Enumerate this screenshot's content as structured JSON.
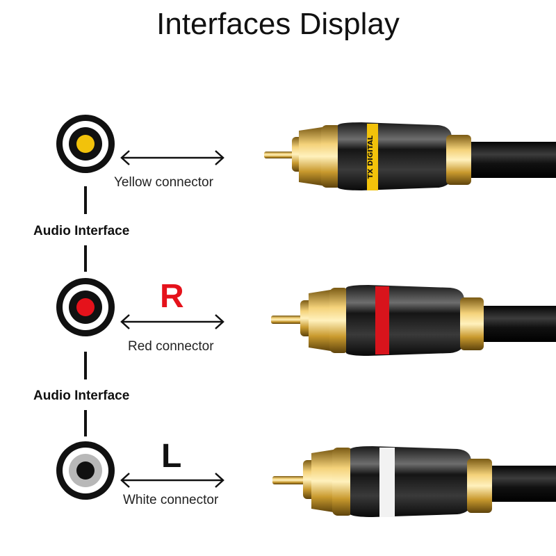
{
  "title": "Interfaces Display",
  "colors": {
    "yellow": "#f2c20b",
    "red": "#e5121b",
    "white_center": "#111111",
    "gold": "#c99a2e",
    "cable": "#111111"
  },
  "side_labels": [
    "Audio Interface",
    "Audio Interface"
  ],
  "connectors": [
    {
      "label": "Yellow connector",
      "channel": "",
      "channel_color": "",
      "center_color": "#f2c20b",
      "ring_color": "#ffffff",
      "band_text": "TX DIGITAL"
    },
    {
      "label": "Red connector",
      "channel": "R",
      "channel_color": "#e5121b",
      "center_color": "#e5121b",
      "ring_color": "#ffffff",
      "band_text": ""
    },
    {
      "label": "White connector",
      "channel": "L",
      "channel_color": "#111111",
      "center_color": "#111111",
      "ring_color": "#b8b8b8",
      "band_text": ""
    }
  ]
}
